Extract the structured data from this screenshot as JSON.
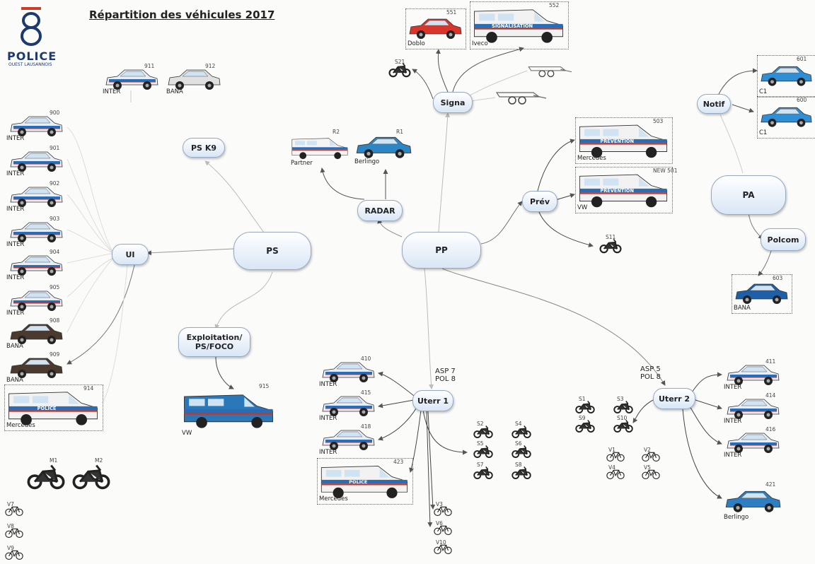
{
  "title": "Répartition des véhicules 2017",
  "logo": {
    "text": "POLICE",
    "subtitle": "OUEST LAUSANNOIS"
  },
  "nodes": {
    "pp": "PP",
    "ps": "PS",
    "ps_k9": "PS K9",
    "ui": "UI",
    "exploitation": "Exploitation/ PS/FOCO",
    "radar": "RADAR",
    "signa": "Signa",
    "prev": "Prév",
    "notif": "Notif",
    "pa": "PA",
    "polcom": "Polcom",
    "uterr1": "Uterr 1",
    "uterr2": "Uterr 2"
  },
  "staffing": {
    "uterr1": [
      "ASP 7",
      "POL 8"
    ],
    "uterr2": [
      "ASP 5",
      "POL 8"
    ]
  },
  "ui_vehicles": [
    {
      "num": "900",
      "label": "INTER"
    },
    {
      "num": "901",
      "label": "INTER"
    },
    {
      "num": "902",
      "label": "INTER"
    },
    {
      "num": "903",
      "label": "INTER"
    },
    {
      "num": "904",
      "label": "INTER"
    },
    {
      "num": "905",
      "label": "INTER"
    },
    {
      "num": "908",
      "label": "BANA"
    },
    {
      "num": "909",
      "label": "BANA"
    },
    {
      "num": "914",
      "label": "Mercedes"
    }
  ],
  "top_vehicles": [
    {
      "num": "911",
      "label": "INTER"
    },
    {
      "num": "912",
      "label": "BANA"
    }
  ],
  "motos_left": [
    "M1",
    "M2"
  ],
  "bikes_left": [
    "V7",
    "V8",
    "V9"
  ],
  "exploitation_vehicle": {
    "num": "915",
    "label": "VW"
  },
  "radar_vehicles": [
    {
      "num": "R2",
      "label": "Partner"
    },
    {
      "num": "R1",
      "label": "Berlingo"
    }
  ],
  "signa_vehicles": [
    {
      "num": "551",
      "label": "Doblo"
    },
    {
      "num": "552",
      "label": "Iveco",
      "text": "SIGNALISATION"
    }
  ],
  "signa_moto": "S21",
  "prev_vehicles": [
    {
      "num": "503",
      "label": "Mercedes",
      "text": "PREVENTION"
    },
    {
      "num": "NEW 501",
      "label": "VW",
      "text": "PREVENTION"
    }
  ],
  "prev_moto": "S11",
  "notif_vehicles": [
    {
      "num": "601",
      "label": "C1"
    },
    {
      "num": "600",
      "label": "C1"
    }
  ],
  "polcom_vehicle": {
    "num": "603",
    "label": "BANA"
  },
  "uterr1_cars": [
    {
      "num": "410",
      "label": "INTER"
    },
    {
      "num": "415",
      "label": "INTER"
    },
    {
      "num": "418",
      "label": "INTER"
    },
    {
      "num": "423",
      "label": "Mercedes"
    }
  ],
  "uterr1_motos": [
    "S2",
    "S4",
    "S5",
    "S6",
    "S7",
    "S8"
  ],
  "uterr1_bikes": [
    "V3",
    "V6",
    "V10"
  ],
  "uterr2_cars": [
    {
      "num": "411",
      "label": "INTER"
    },
    {
      "num": "414",
      "label": "INTER"
    },
    {
      "num": "416",
      "label": "INTER"
    },
    {
      "num": "421",
      "label": "Berlingo"
    }
  ],
  "uterr2_motos": [
    "S1",
    "S3",
    "S9",
    "S10"
  ],
  "uterr2_bikes": [
    "V1",
    "V2",
    "V4",
    "V5"
  ],
  "colors": {
    "police_blue": "#2a6db5",
    "node_border": "#93a9c4",
    "stripe": "#c0392b"
  }
}
